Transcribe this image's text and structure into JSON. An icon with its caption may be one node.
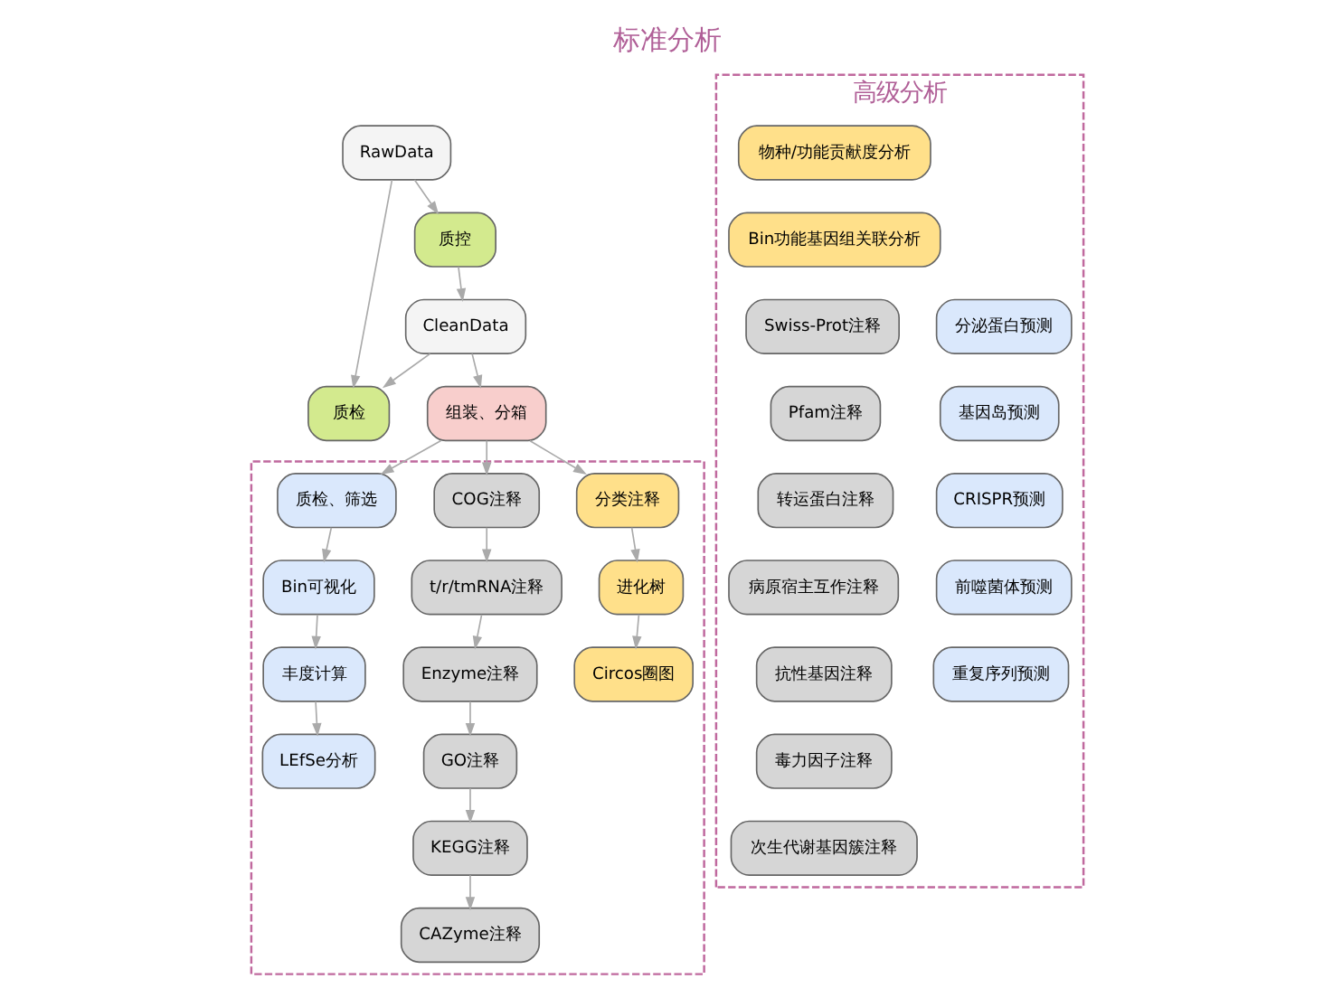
{
  "diagram": {
    "title": "标准分析",
    "nodes": [
      {
        "text": [
          "RawData"
        ]
      },
      {
        "text": [
          "质控"
        ]
      },
      {
        "text": [
          "质检"
        ]
      },
      {
        "text": [
          "CleanData"
        ]
      },
      {
        "text": [
          "组装、分箱"
        ]
      },
      {
        "text": [],
        "shape": "box"
      },
      {
        "text": [
          "质检、筛选"
        ],
        "in": 5
      },
      {
        "text": [
          "Bin可视化"
        ],
        "in": 5
      },
      {
        "text": [
          "丰度计算"
        ],
        "in": 5
      },
      {
        "text": [
          "LEfSe分析"
        ],
        "in": 5
      },
      {
        "text": [
          "COG注释"
        ],
        "in": 5
      },
      {
        "text": [
          "t/r/tmRNA注释"
        ],
        "in": 5
      },
      {
        "text": [
          "Enzyme注释"
        ],
        "in": 5
      },
      {
        "text": [
          "GO注释"
        ],
        "in": 5
      },
      {
        "text": [
          "KEGG注释"
        ],
        "in": 5
      },
      {
        "text": [
          "CAZyme注释"
        ],
        "in": 5
      },
      {
        "text": [
          "分类注释"
        ],
        "in": 5
      },
      {
        "text": [
          "进化树"
        ],
        "in": 5
      },
      {
        "text": [
          "Circos圈图"
        ],
        "in": 5
      },
      {
        "text": [
          "高级分析"
        ]
      },
      {
        "text": [
          "物种/功能贡献度分析"
        ],
        "in": 19
      },
      {
        "text": [
          "Bin功能基因组关联分析"
        ],
        "in": 19
      },
      {
        "text": [
          "Swiss-Prot注释"
        ],
        "in": 19
      },
      {
        "text": [
          "分泌蛋白预测"
        ],
        "in": 19
      },
      {
        "text": [
          "Pfam注释"
        ],
        "in": 19
      },
      {
        "text": [
          "基因岛预测"
        ],
        "in": 19
      },
      {
        "text": [
          "转运蛋白注释"
        ],
        "in": 19
      },
      {
        "text": [
          "CRISPR预测"
        ],
        "in": 19
      },
      {
        "text": [
          "病原宿主互作注释"
        ],
        "in": 19
      },
      {
        "text": [
          "前噬菌体预测"
        ],
        "in": 19
      },
      {
        "text": [
          "抗性基因注释"
        ],
        "in": 19
      },
      {
        "text": [
          "重复序列预测"
        ],
        "in": 19
      },
      {
        "text": [
          "毒力因子注释"
        ],
        "in": 19
      },
      {
        "text": [
          "次生代谢基因簇注释"
        ],
        "in": 19
      }
    ],
    "edges": [
      {
        "from": 0,
        "to": 1,
        "arrow": "to"
      },
      {
        "from": 0,
        "to": 2,
        "arrow": "to"
      },
      {
        "from": 1,
        "to": 3,
        "arrow": "to"
      },
      {
        "from": 3,
        "to": 2,
        "arrow": "to"
      },
      {
        "from": 3,
        "to": 4,
        "arrow": "to"
      },
      {
        "from": 4,
        "to": 6,
        "arrow": "to"
      },
      {
        "from": 4,
        "to": 10,
        "arrow": "to"
      },
      {
        "from": 4,
        "to": 16,
        "arrow": "to"
      },
      {
        "from": 6,
        "to": 7,
        "arrow": "to"
      },
      {
        "from": 7,
        "to": 8,
        "arrow": "to"
      },
      {
        "from": 8,
        "to": 9,
        "arrow": "to"
      },
      {
        "from": 10,
        "to": 11,
        "arrow": "to"
      },
      {
        "from": 11,
        "to": 12,
        "arrow": "to"
      },
      {
        "from": 12,
        "to": 13,
        "arrow": "to"
      },
      {
        "from": 13,
        "to": 14,
        "arrow": "to"
      },
      {
        "from": 14,
        "to": 15,
        "arrow": "to"
      },
      {
        "from": 16,
        "to": 17,
        "arrow": "to"
      },
      {
        "from": 17,
        "to": 18,
        "arrow": "to"
      }
    ]
  }
}
